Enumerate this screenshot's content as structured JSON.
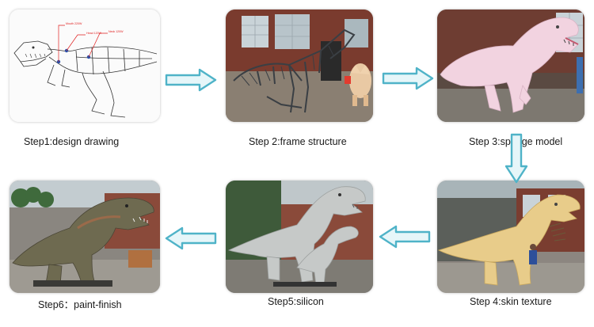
{
  "steps": [
    {
      "label": "Step1:design drawing"
    },
    {
      "label": "Step 2:frame structure"
    },
    {
      "label": "Step 3:sponge model"
    },
    {
      "label": "Step 4:skin texture"
    },
    {
      "label": "Step5:silicon"
    },
    {
      "label": "Step6：paint-finish"
    }
  ],
  "drawing_annotations": [
    "Mouth 220W",
    "Head 120W",
    "Neck 120W"
  ],
  "colors": {
    "arrow_stroke": "#4fb3c8",
    "arrow_fill": "#e6f6f9",
    "annotation_red": "#e02020"
  }
}
